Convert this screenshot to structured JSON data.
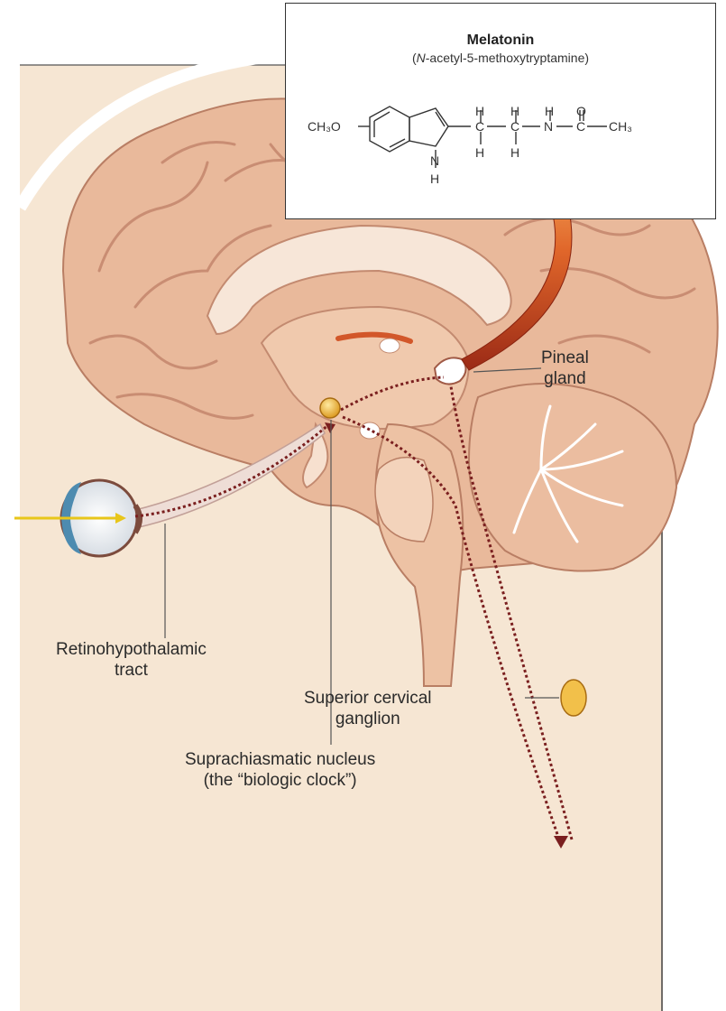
{
  "molecule": {
    "title": "Melatonin",
    "subtitle_italic": "N",
    "subtitle_rest": "-acetyl-5-methoxytryptamine",
    "methoxy": "CH₃O",
    "chain_atoms": [
      "H",
      "H",
      "H",
      "O",
      "C",
      "C",
      "N",
      "C",
      "CH₃",
      "H",
      "H"
    ],
    "indole_n": "N",
    "indole_h": "H"
  },
  "labels": {
    "pineal_line1": "Pineal",
    "pineal_line2": "gland",
    "retino_line1": "Retinohypothalamic",
    "retino_line2": "tract",
    "scn_line1": "Suprachiasmatic nucleus",
    "scn_line2": "(the “biologic clock”)",
    "scg_line1": "Superior cervical",
    "scg_line2": "ganglion"
  },
  "colors": {
    "brain": "#e9b99b",
    "brain_shadow": "#c98d73",
    "background_panel": "#f6e6d3",
    "pathway": "#7a1f1f",
    "nucleus": "#f2b531",
    "arrow": "#d85a22"
  }
}
